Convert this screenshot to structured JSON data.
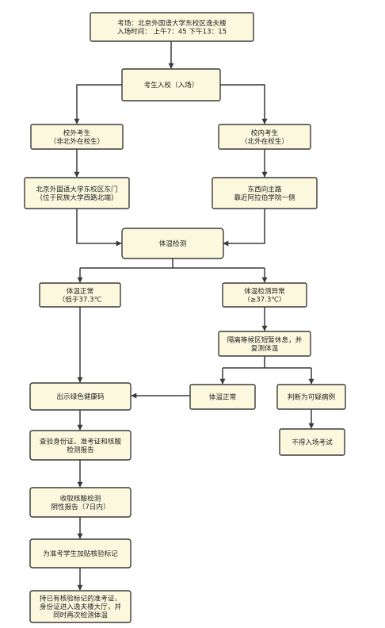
{
  "nodes": {
    "venue": {
      "lines": [
        "考场：北京外国语大学东校区逸夫楼",
        "入场时间： 上午7：45  下午13：15"
      ]
    },
    "enter": {
      "lines": [
        "考生入校（入场）"
      ]
    },
    "offcampus": {
      "lines": [
        "校外考生",
        "（非北外在校生）"
      ]
    },
    "oncampus": {
      "lines": [
        "校内考生",
        "（北外在校生）"
      ]
    },
    "east_gate": {
      "lines": [
        "北京外国语大学东校区东门",
        "(位于民族大学西路北端)"
      ]
    },
    "main_road": {
      "lines": [
        "东西向主路",
        "靠近阿拉伯学院一侧"
      ]
    },
    "temp_check": {
      "lines": [
        "体温检测"
      ]
    },
    "temp_normal": {
      "lines": [
        "体温正常",
        "（低于37.3℃"
      ]
    },
    "temp_abnormal": {
      "lines": [
        "体温检测异常",
        "（≥37.3℃）"
      ]
    },
    "isolation": {
      "lines": [
        "隔离等候区短暂休息，并",
        "复测体温"
      ]
    },
    "green_code": {
      "lines": [
        "出示绿色健康码"
      ]
    },
    "retest_normal": {
      "lines": [
        "体温正常"
      ]
    },
    "suspected": {
      "lines": [
        "判断为可疑病例"
      ]
    },
    "deny_entry": {
      "lines": [
        "不得入场考试"
      ]
    },
    "check_docs": {
      "lines": [
        "查验身份证、准考证和核酸",
        "检测报告"
      ]
    },
    "collect_report": {
      "lines": [
        "收取核酸检测",
        "阴性报告（7日内）"
      ]
    },
    "affix_label": {
      "lines": [
        "为准考学生加贴核验标记"
      ]
    },
    "final_entry": {
      "lines": [
        "持已有核验标记的准考证、",
        "身份证进入逸夫楼大厅，并",
        "同时再次检测体温"
      ]
    }
  }
}
